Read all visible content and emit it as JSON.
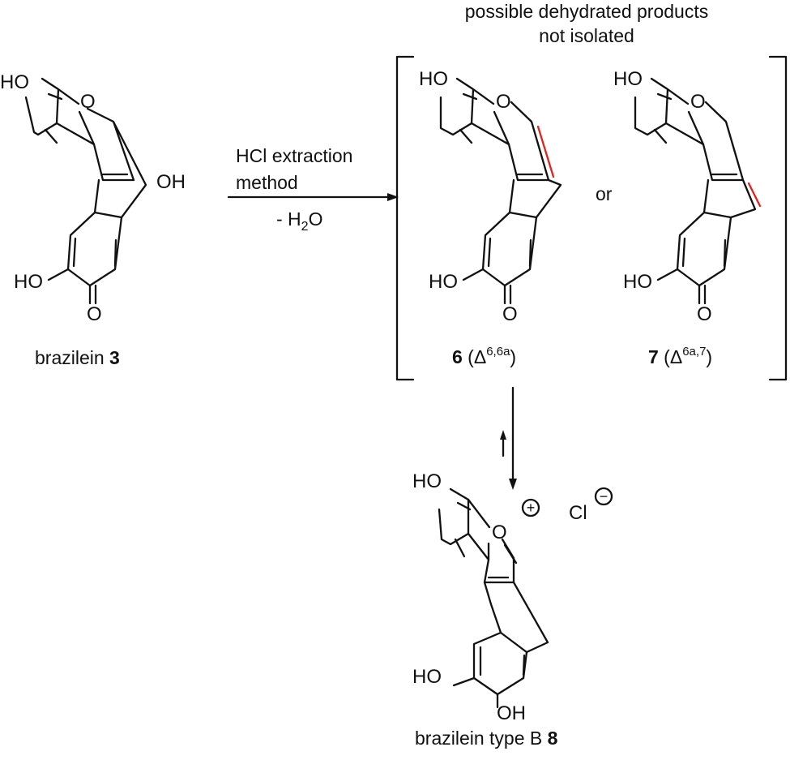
{
  "header": {
    "line1": "possible dehydrated products",
    "line2": "not isolated"
  },
  "reaction": {
    "reagent_line1": "HCl extraction",
    "reagent_line2": "method",
    "loss_prefix": "- H",
    "loss_sub": "2",
    "loss_suffix": "O"
  },
  "connector": "or",
  "atoms": {
    "hydroxyl": "HO",
    "hydroxyl_right": "OH",
    "oxygen": "O",
    "chloride": "Cl",
    "plus": "+",
    "minus": "−"
  },
  "compounds": {
    "c3": {
      "name": "brazilein ",
      "number": "3"
    },
    "c6": {
      "number": "6",
      "open": " (Δ",
      "sup": "6,6a",
      "close": ")"
    },
    "c7": {
      "number": "7",
      "open": " (Δ",
      "sup": "6a,7",
      "close": ")"
    },
    "c8": {
      "name": "brazilein type B ",
      "number": "8"
    }
  },
  "colors": {
    "highlight_bond": "#e3231b",
    "bond": "#111111"
  }
}
